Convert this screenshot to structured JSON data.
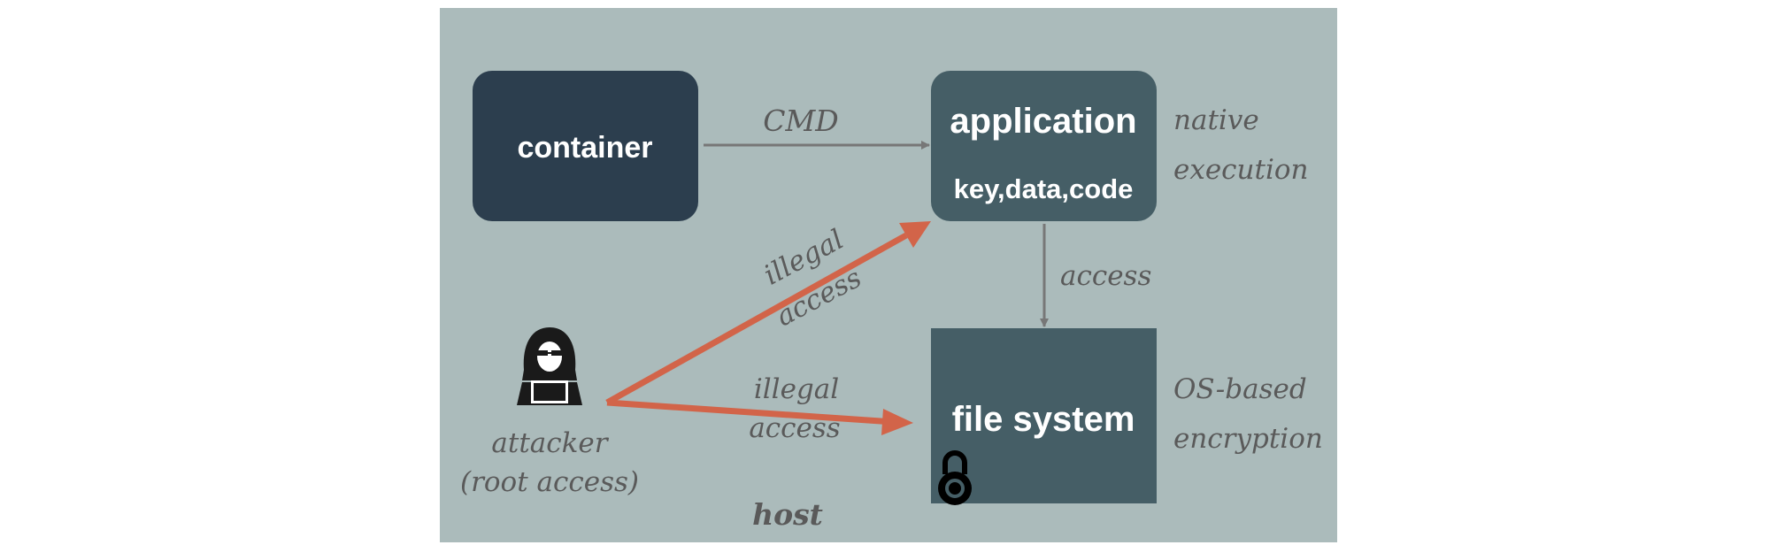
{
  "colors": {
    "host_bg": "#abbbbb",
    "container_box": "#2c3e4e",
    "app_box": "#455e66",
    "fs_box": "#455e66",
    "arrow_gray": "#777777",
    "arrow_red": "#d26449",
    "label_gray": "#5a5a5a"
  },
  "host": {
    "label": "host"
  },
  "container": {
    "label": "container"
  },
  "application": {
    "title": "application",
    "contents": "key,data,code"
  },
  "file_system": {
    "label": "file system",
    "icon": "lock-icon"
  },
  "attacker": {
    "icon": "hacker-icon",
    "line1": "attacker",
    "line2": "(root access)"
  },
  "edges": {
    "cmd": "CMD",
    "access": "access",
    "illegal_app_line1": "illegal",
    "illegal_app_line2": "access",
    "illegal_fs_line1": "illegal",
    "illegal_fs_line2": "access"
  },
  "side_notes": {
    "native_line1": "native",
    "native_line2": "execution",
    "os_line1": "OS-based",
    "os_line2": "encryption"
  }
}
